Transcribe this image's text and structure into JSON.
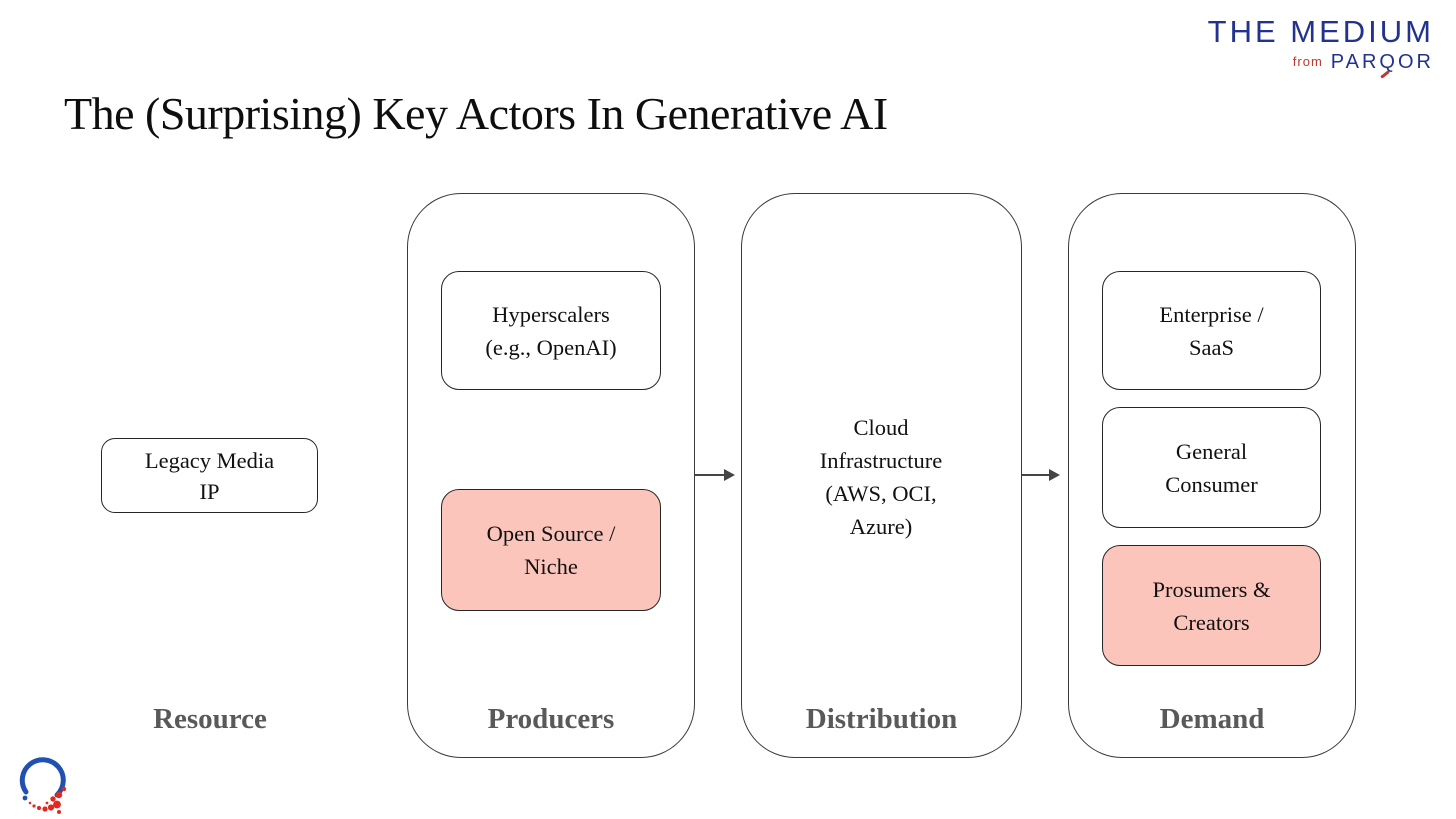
{
  "brand": {
    "name": "THE MEDIUM",
    "from": "from",
    "parent": "PARQOR"
  },
  "title": "The (Surprising) Key Actors In Generative AI",
  "lanes": {
    "resource": {
      "label": "Resource"
    },
    "producers": {
      "label": "Producers"
    },
    "distribution": {
      "label": "Distribution",
      "body": "Cloud\nInfrastructure\n(AWS, OCI,\nAzure)"
    },
    "demand": {
      "label": "Demand"
    }
  },
  "boxes": {
    "legacy_media": "Legacy Media\nIP",
    "hyperscalers": "Hyperscalers\n(e.g., OpenAI)",
    "open_source": "Open Source /\nNiche",
    "enterprise": "Enterprise /\nSaaS",
    "general_consumer": "General\nConsumer",
    "prosumers": "Prosumers &\nCreators"
  },
  "colors": {
    "highlight_pink": "#fcc5bb",
    "brand_navy": "#22338f",
    "brand_red": "#c0392b",
    "label_gray": "#595959",
    "outline": "#3a3a3a"
  }
}
